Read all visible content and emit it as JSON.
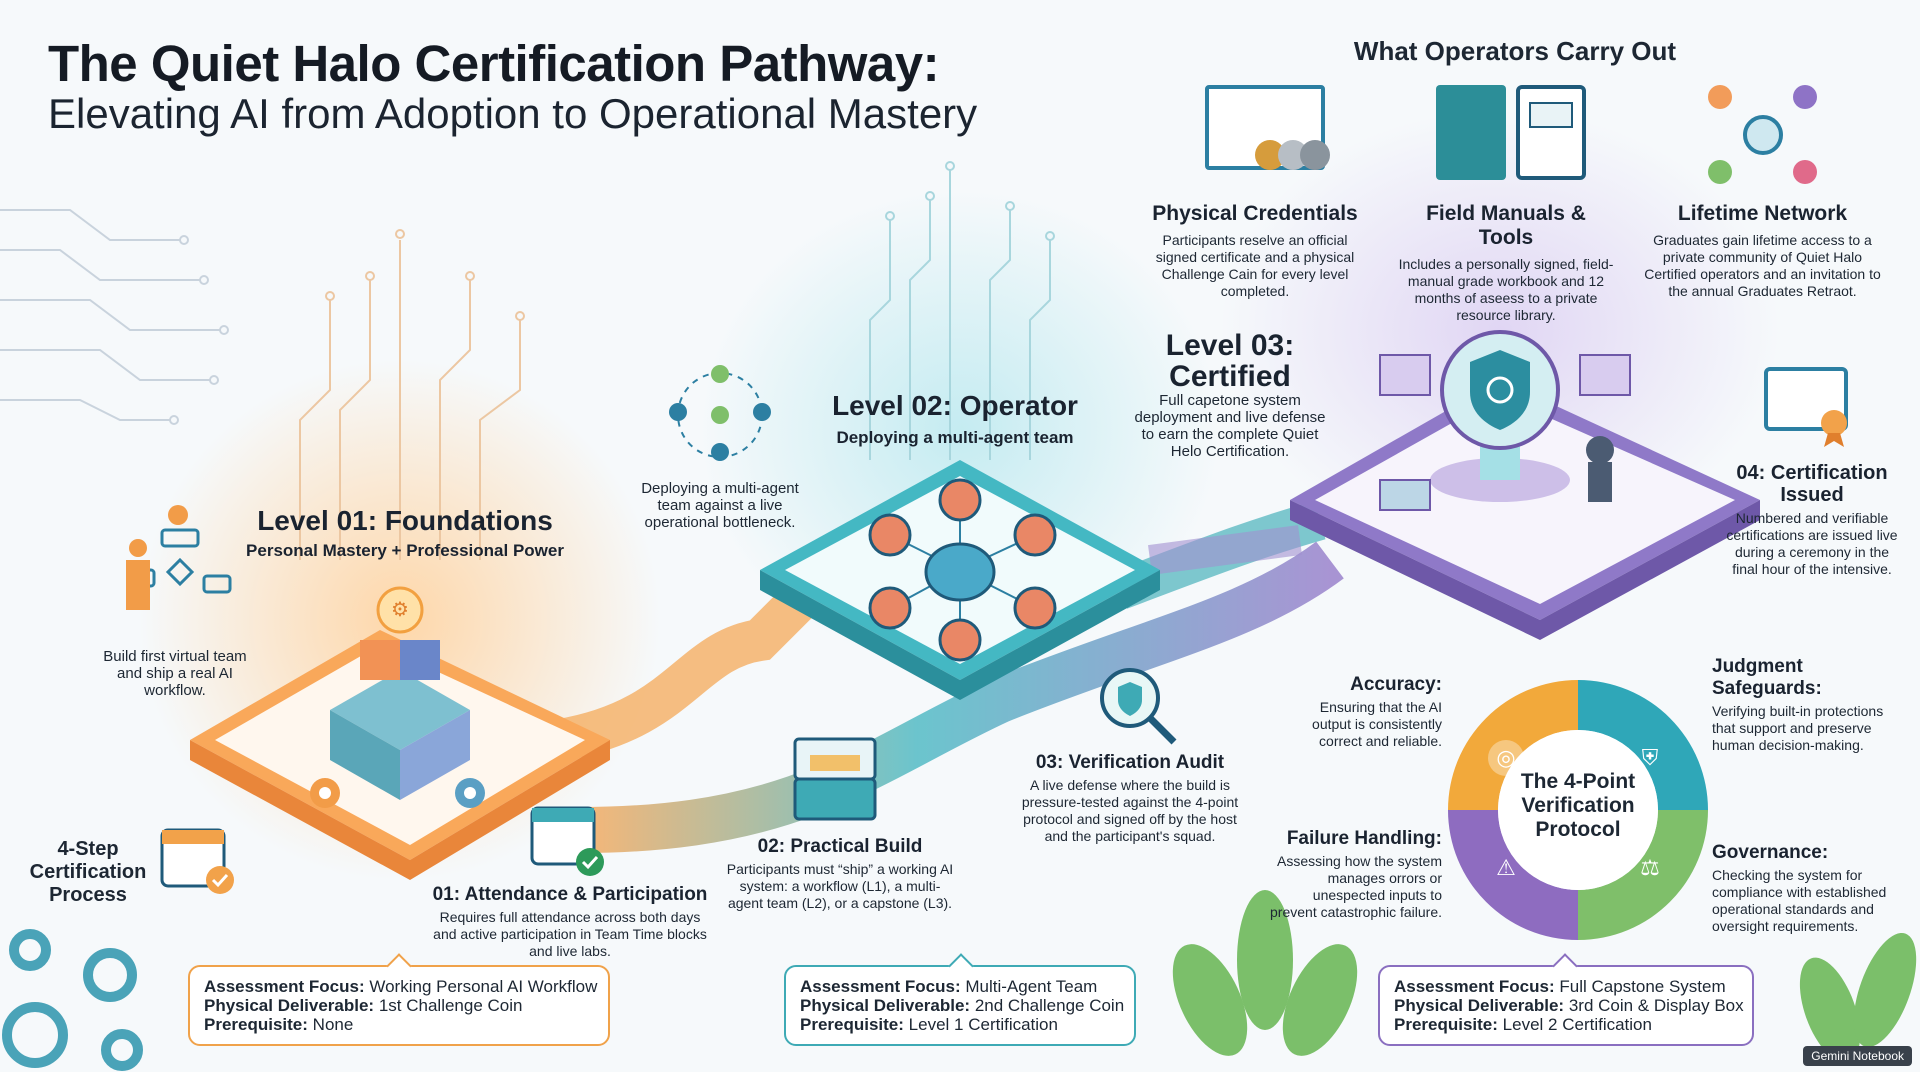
{
  "title": {
    "line1": "The Quiet Halo Certification Pathway:",
    "line2": "Elevating AI from Adoption to Operational Mastery"
  },
  "carry_out": {
    "heading": "What Operators Carry Out",
    "items": [
      {
        "title": "Physical Credentials",
        "text": "Participants reselve an official signed certificate and a physical Challenge Cain for every level completed.",
        "icon": "certificate-coins-icon"
      },
      {
        "title": "Field Manuals & Tools",
        "text": "Includes a personally signed, field-manual grade workbook and 12 months of aseess to a private resource library.",
        "icon": "manual-tablet-icon"
      },
      {
        "title": "Lifetime Network",
        "text": "Graduates gain lifetime access to a private community of Quiet Halo Certified operators and an invitation to the annual Graduates Retraot.",
        "icon": "network-icon"
      }
    ]
  },
  "levels": {
    "l1": {
      "title": "Level 01: Foundations",
      "subtitle": "Personal Mastery + Professional Power",
      "note": "Build first virtual team and ship a real AI workflow."
    },
    "l2": {
      "title": "Level 02: Operator",
      "subtitle": "Deploying a multi-agent team",
      "note": "Deploying a multi-agent team against a live operational bottleneck."
    },
    "l3": {
      "title_a": "Level 03:",
      "title_b": "Certified",
      "note": "Full capetone system deployment and live defense to earn the complete Quiet Helo Certification."
    }
  },
  "steps": {
    "heading": "4-Step Certification Process",
    "s1": {
      "title": "01: Attendance & Participation",
      "text": "Requires full attendance across both days and active participation in Team Time blocks and live labs."
    },
    "s2": {
      "title": "02: Practical Build",
      "text": "Participants must “ship” a working AI system: a workflow (L1), a multi-agent team (L2), or a capstone (L3)."
    },
    "s3": {
      "title": "03: Verification Audit",
      "text": "A live defense where the build is pressure-tested against the 4-point protocol and signed off by the host and the participant's squad."
    },
    "s4": {
      "title_a": "04: Certification",
      "title_b": "Issued",
      "text": "Numbered and verifiable certifications are issued live during a ceremony in the final hour of the intensive."
    }
  },
  "protocol": {
    "center": "The 4-Point Verification Protocol",
    "accuracy": {
      "title": "Accuracy:",
      "text": "Ensuring that the AI output is consistently correct and reliable."
    },
    "judgment": {
      "title": "Judgment Safeguards:",
      "text": "Verifying built-in protections that support and preserve human decision-making."
    },
    "failure": {
      "title": "Failure Handling:",
      "text": "Assessing how the system manages orrors or unespected inputs to prevent catastrophic failure."
    },
    "governance": {
      "title": "Governance:",
      "text": "Checking the system for compliance with established operational standards and oversight requirements."
    },
    "colors": {
      "accuracy": "#f2a93b",
      "judgment": "#2fa7b8",
      "failure": "#8e6cc0",
      "governance": "#7fbf6a"
    }
  },
  "assessments": [
    {
      "focus_label": "Assessment Focus:",
      "focus": "Working Personal AI Workflow",
      "deliv_label": "Physical Deliverable:",
      "deliv": "1st Challenge Coin",
      "pre_label": "Prerequisite:",
      "pre": "None",
      "color": "#f0a24a"
    },
    {
      "focus_label": "Assessment Focus:",
      "focus": "Multi-Agent Team",
      "deliv_label": "Physical Deliverable:",
      "deliv": "2nd Challenge Coin",
      "pre_label": "Prerequisite:",
      "pre": "Level 1 Certification",
      "color": "#3eaab5"
    },
    {
      "focus_label": "Assessment Focus:",
      "focus": "Full Capstone System",
      "deliv_label": "Physical Deliverable:",
      "deliv": "3rd Coin & Display Box",
      "pre_label": "Prerequisite:",
      "pre": "Level 2 Certification",
      "color": "#8a6fc0"
    }
  ],
  "badge": "Gemini Notebook",
  "colors": {
    "orange": "#f5a24b",
    "teal": "#3db3be",
    "purple": "#8e73c6",
    "navy": "#1f5a7a",
    "green": "#7dbb6a"
  }
}
